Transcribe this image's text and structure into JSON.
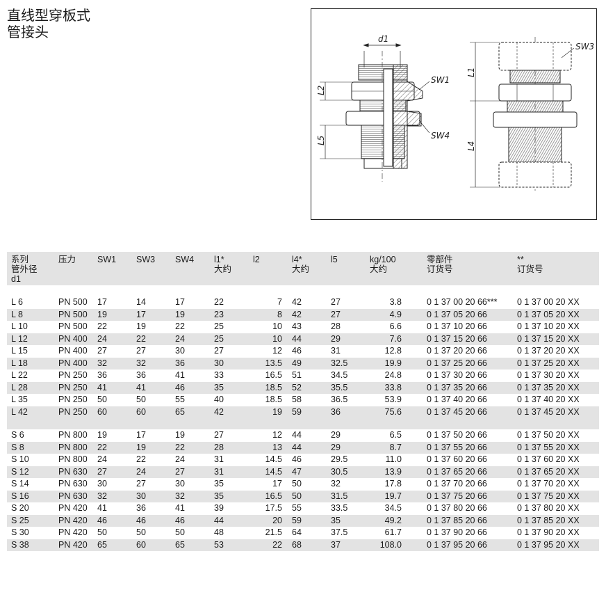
{
  "title": {
    "line1": "直线型穿板式",
    "line2": "管接头"
  },
  "drawing": {
    "labels": {
      "d1": "d1",
      "sw1": "SW1",
      "sw3": "SW3",
      "sw4": "SW4",
      "l1": "L1",
      "l2": "L2",
      "l4": "L4",
      "l5": "L5"
    }
  },
  "table": {
    "headers": [
      {
        "line1": "系列",
        "line2": "管外径",
        "line3": "d1"
      },
      {
        "line1": "压力",
        "line2": "",
        "line3": ""
      },
      {
        "line1": "SW1",
        "line2": "",
        "line3": ""
      },
      {
        "line1": "SW3",
        "line2": "",
        "line3": ""
      },
      {
        "line1": "SW4",
        "line2": "",
        "line3": ""
      },
      {
        "line1": "l1*",
        "line2": "大约",
        "line3": ""
      },
      {
        "line1": "l2",
        "line2": "",
        "line3": ""
      },
      {
        "line1": "l4*",
        "line2": "大约",
        "line3": ""
      },
      {
        "line1": "l5",
        "line2": "",
        "line3": ""
      },
      {
        "line1": "kg/100",
        "line2": "大约",
        "line3": ""
      },
      {
        "line1": "零部件",
        "line2": "订货号",
        "line3": ""
      },
      {
        "line1": "**",
        "line2": "订货号",
        "line3": ""
      }
    ],
    "group_L": [
      [
        "L  6",
        "PN 500",
        "17",
        "14",
        "17",
        "22",
        "7",
        "42",
        "27",
        "3.8",
        "0 1 37 00 20 66***",
        "0 1 37 00 20 XX"
      ],
      [
        "L  8",
        "PN 500",
        "19",
        "17",
        "19",
        "23",
        "8",
        "42",
        "27",
        "4.9",
        "0 1 37 05 20 66",
        "0 1 37 05 20 XX"
      ],
      [
        "L 10",
        "PN 500",
        "22",
        "19",
        "22",
        "25",
        "10",
        "43",
        "28",
        "6.6",
        "0 1 37 10 20 66",
        "0 1 37 10 20 XX"
      ],
      [
        "L 12",
        "PN 400",
        "24",
        "22",
        "24",
        "25",
        "10",
        "44",
        "29",
        "7.6",
        "0 1 37 15 20 66",
        "0 1 37 15 20 XX"
      ],
      [
        "L 15",
        "PN 400",
        "27",
        "27",
        "30",
        "27",
        "12",
        "46",
        "31",
        "12.8",
        "0 1 37 20 20 66",
        "0 1 37 20 20 XX"
      ],
      [
        "L 18",
        "PN 400",
        "32",
        "32",
        "36",
        "30",
        "13.5",
        "49",
        "32.5",
        "19.9",
        "0 1 37 25 20 66",
        "0 1 37 25 20 XX"
      ],
      [
        "L 22",
        "PN 250",
        "36",
        "36",
        "41",
        "33",
        "16.5",
        "51",
        "34.5",
        "24.8",
        "0 1 37 30 20 66",
        "0 1 37 30 20 XX"
      ],
      [
        "L 28",
        "PN 250",
        "41",
        "41",
        "46",
        "35",
        "18.5",
        "52",
        "35.5",
        "33.8",
        "0 1 37 35 20 66",
        "0 1 37 35 20 XX"
      ],
      [
        "L 35",
        "PN 250",
        "50",
        "50",
        "55",
        "40",
        "18.5",
        "58",
        "36.5",
        "53.9",
        "0 1 37 40 20 66",
        "0 1 37 40 20 XX"
      ],
      [
        "L 42",
        "PN 250",
        "60",
        "60",
        "65",
        "42",
        "19",
        "59",
        "36",
        "75.6",
        "0 1 37 45 20 66",
        "0 1 37 45 20 XX"
      ]
    ],
    "group_S": [
      [
        "S  6",
        "PN 800",
        "19",
        "17",
        "19",
        "27",
        "12",
        "44",
        "29",
        "6.5",
        "0 1 37 50 20 66",
        "0 1 37 50 20 XX"
      ],
      [
        "S  8",
        "PN 800",
        "22",
        "19",
        "22",
        "28",
        "13",
        "44",
        "29",
        "8.7",
        "0 1 37 55 20 66",
        "0 1 37 55 20 XX"
      ],
      [
        "S 10",
        "PN 800",
        "24",
        "22",
        "24",
        "31",
        "14.5",
        "46",
        "29.5",
        "11.0",
        "0 1 37 60 20 66",
        "0 1 37 60 20 XX"
      ],
      [
        "S 12",
        "PN 630",
        "27",
        "24",
        "27",
        "31",
        "14.5",
        "47",
        "30.5",
        "13.9",
        "0 1 37 65 20 66",
        "0 1 37 65 20 XX"
      ],
      [
        "S 14",
        "PN 630",
        "30",
        "27",
        "30",
        "35",
        "17",
        "50",
        "32",
        "17.8",
        "0 1 37 70 20 66",
        "0 1 37 70 20 XX"
      ],
      [
        "S 16",
        "PN 630",
        "32",
        "30",
        "32",
        "35",
        "16.5",
        "50",
        "31.5",
        "19.7",
        "0 1 37 75 20 66",
        "0 1 37 75 20 XX"
      ],
      [
        "S 20",
        "PN 420",
        "41",
        "36",
        "41",
        "39",
        "17.5",
        "55",
        "33.5",
        "34.5",
        "0 1 37 80 20 66",
        "0 1 37 80 20 XX"
      ],
      [
        "S 25",
        "PN 420",
        "46",
        "46",
        "46",
        "44",
        "20",
        "59",
        "35",
        "49.2",
        "0 1 37 85 20 66",
        "0 1 37 85 20 XX"
      ],
      [
        "S 30",
        "PN 420",
        "50",
        "50",
        "50",
        "48",
        "21.5",
        "64",
        "37.5",
        "61.7",
        "0 1 37 90 20 66",
        "0 1 37 90 20 XX"
      ],
      [
        "S 38",
        "PN 420",
        "65",
        "60",
        "65",
        "53",
        "22",
        "68",
        "37",
        "108.0",
        "0 1 37 95 20 66",
        "0 1 37 95 20 XX"
      ]
    ]
  }
}
